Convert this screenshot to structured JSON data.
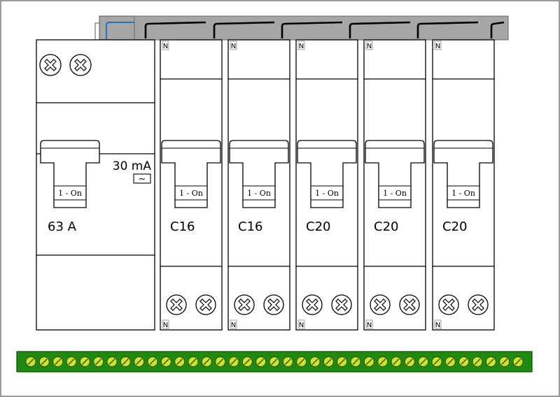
{
  "rcd": {
    "sensitivity": "30 mA",
    "ac_symbol": "~",
    "rating": "63 A",
    "switch_label": "1 - On"
  },
  "mcbs": [
    {
      "rating": "C16",
      "switch_label": "1 - On",
      "neutral_mark": "N"
    },
    {
      "rating": "C16",
      "switch_label": "1 - On",
      "neutral_mark": "N"
    },
    {
      "rating": "C20",
      "switch_label": "1 - On",
      "neutral_mark": "N"
    },
    {
      "rating": "C20",
      "switch_label": "1 - On",
      "neutral_mark": "N"
    },
    {
      "rating": "C20",
      "switch_label": "1 - On",
      "neutral_mark": "N"
    }
  ],
  "earth_bar": {
    "terminal_count": 37
  },
  "colors": {
    "busbar": "#a6a6a6",
    "earth_bar": "#1e8a14",
    "earth_terminal": "#c8e62a",
    "outline": "#000000",
    "device_body": "#ffffff",
    "feed_wire": "#2d6fb8"
  }
}
